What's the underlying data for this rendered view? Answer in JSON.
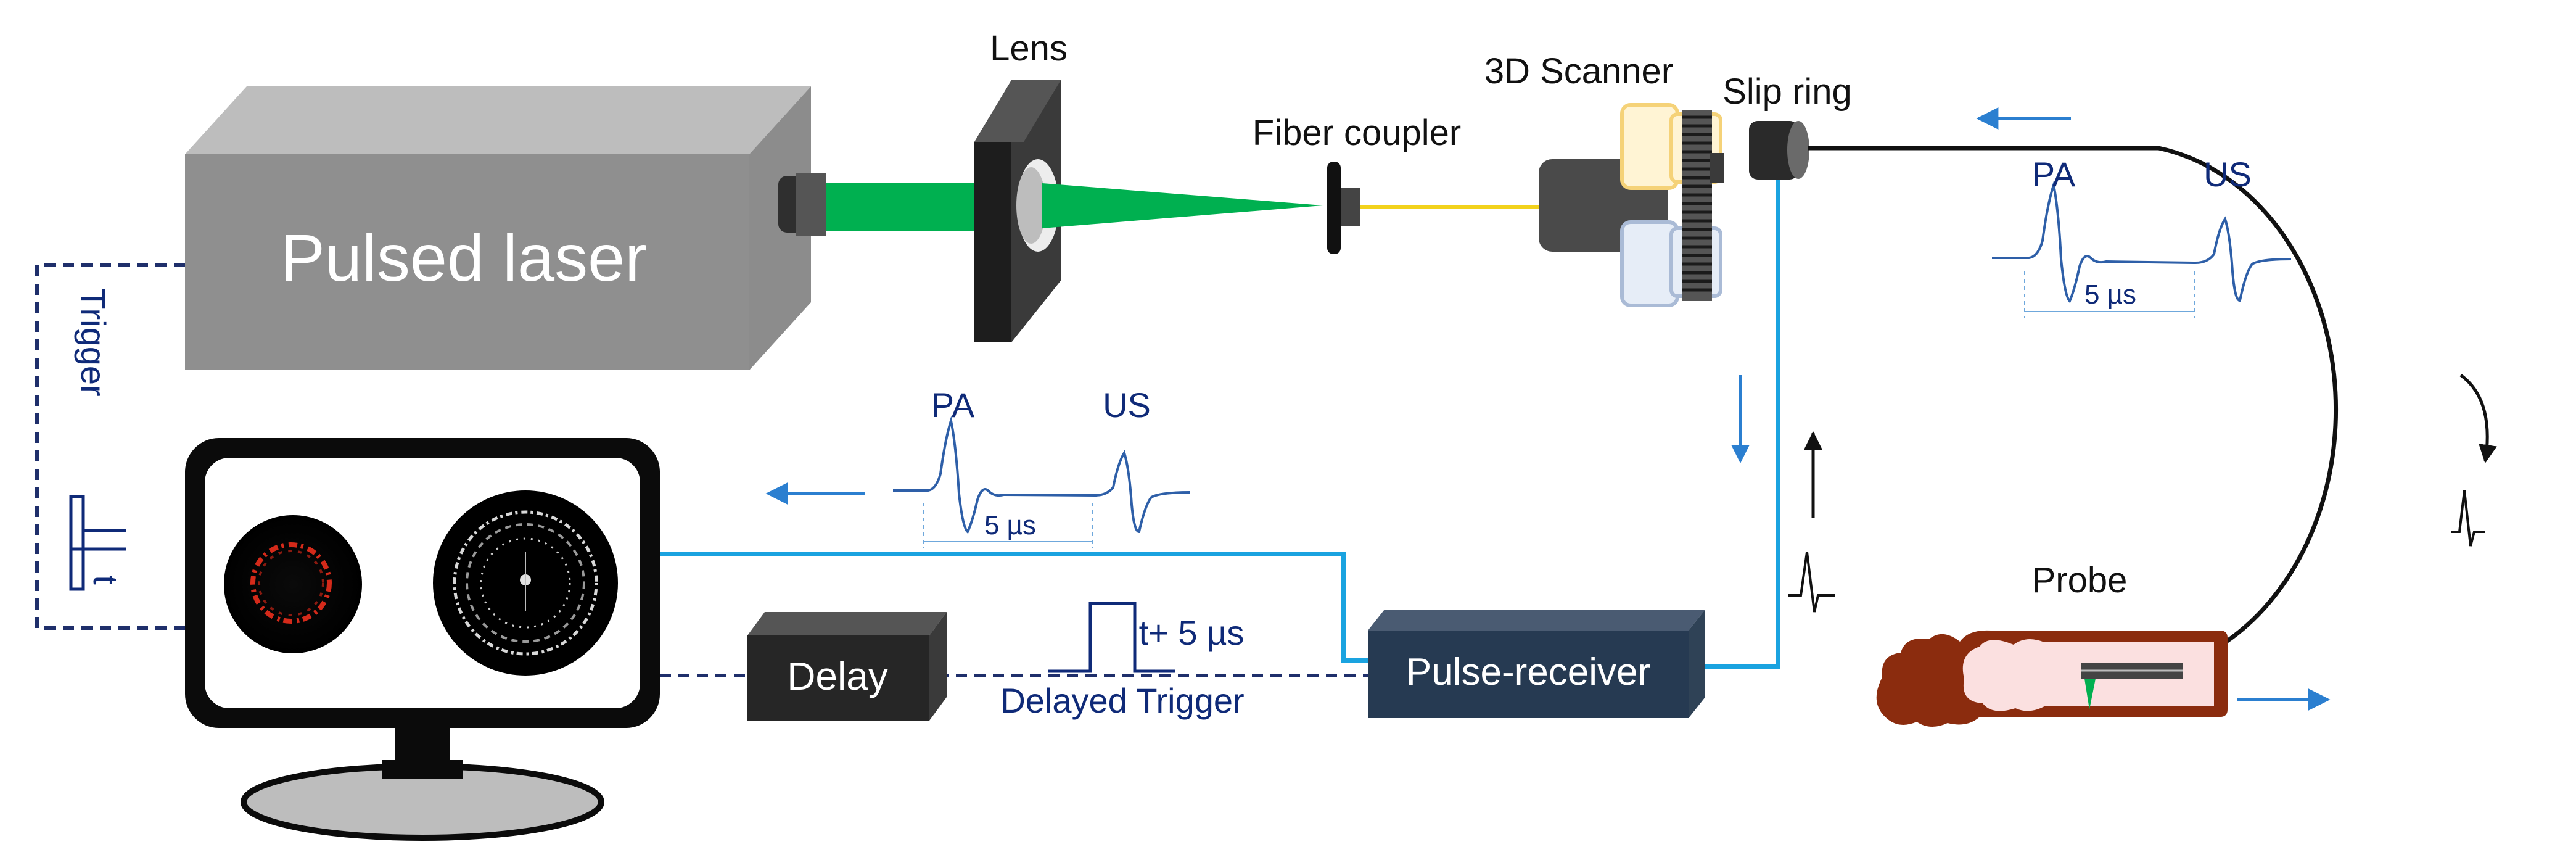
{
  "labels": {
    "pulsed_laser": "Pulsed laser",
    "lens": "Lens",
    "fiber_coupler": "Fiber coupler",
    "scanner": "3D Scanner",
    "slip_ring": "Slip ring",
    "trigger": "Trigger",
    "t": "t",
    "delay": "Delay",
    "t_plus": "t+ 5 µs",
    "delayed_trigger": "Delayed Trigger",
    "pulse_receiver": "Pulse-receiver",
    "probe": "Probe"
  },
  "signal_top": {
    "pa": "PA",
    "us": "US",
    "interval": "5 µs"
  },
  "signal_mid": {
    "pa": "PA",
    "us": "US",
    "interval": "5 µs"
  },
  "colors": {
    "laser_beam": "#00b050",
    "fiber": "#f2d21c",
    "electrical": "#1aa3e0",
    "trigger_line": "#1f2f6b",
    "arrow": "#2b7fd0",
    "signal": "#2e5fa8",
    "tissue": "#8b2c0e",
    "tissue_inner": "#fbe0e0",
    "pulse_receiver_box": "#263a52",
    "delay_box": "#262626",
    "pa_image": "#d42a1a",
    "us_image": "#d8d8d8"
  }
}
